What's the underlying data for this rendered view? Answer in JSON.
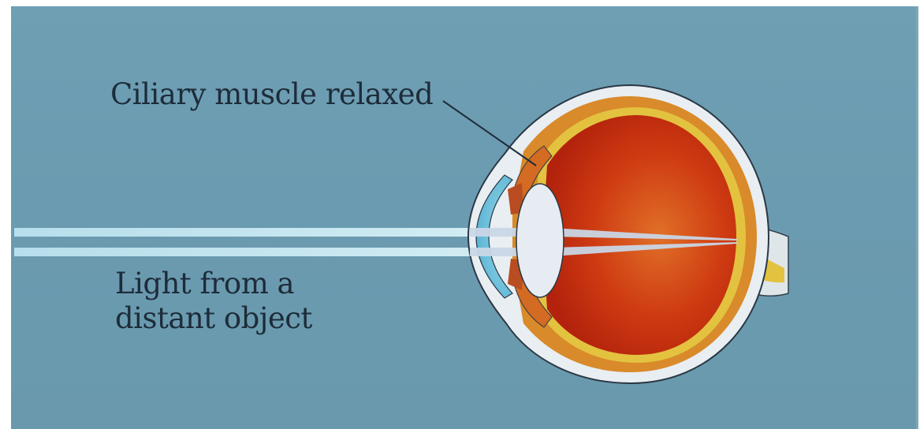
{
  "labels": {
    "ciliary": "Ciliary muscle relaxed",
    "light_line1": "Light from a",
    "light_line2": "distant object"
  },
  "colors": {
    "background": "#6c9cb0",
    "sclera": "#e8eef2",
    "choroid": "#d98a2a",
    "retina_inner": "#c0300e",
    "light_beam": "#bfe6f2",
    "optic_nerve": "#e3c240",
    "label_text": "#1d2c3a"
  }
}
